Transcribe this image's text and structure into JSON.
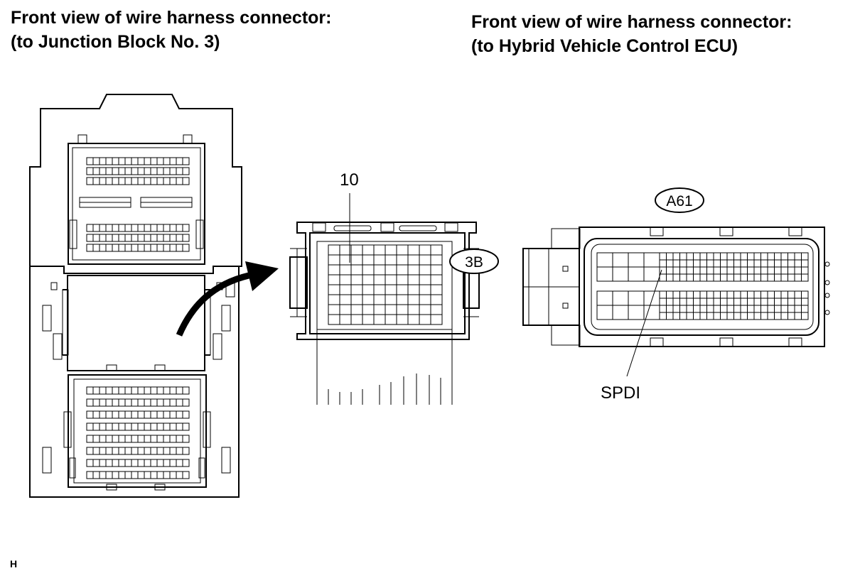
{
  "left_heading": {
    "line1": "Front view of wire harness connector:",
    "line2": "(to Junction Block No. 3)"
  },
  "right_heading": {
    "line1": "Front view of wire harness connector:",
    "line2": "(to Hybrid Vehicle Control ECU)"
  },
  "callouts": {
    "pin_number": "10",
    "connector_3b": "3B",
    "connector_a61": "A61",
    "terminal_spdi": "SPDI"
  },
  "footer_mark": "H"
}
